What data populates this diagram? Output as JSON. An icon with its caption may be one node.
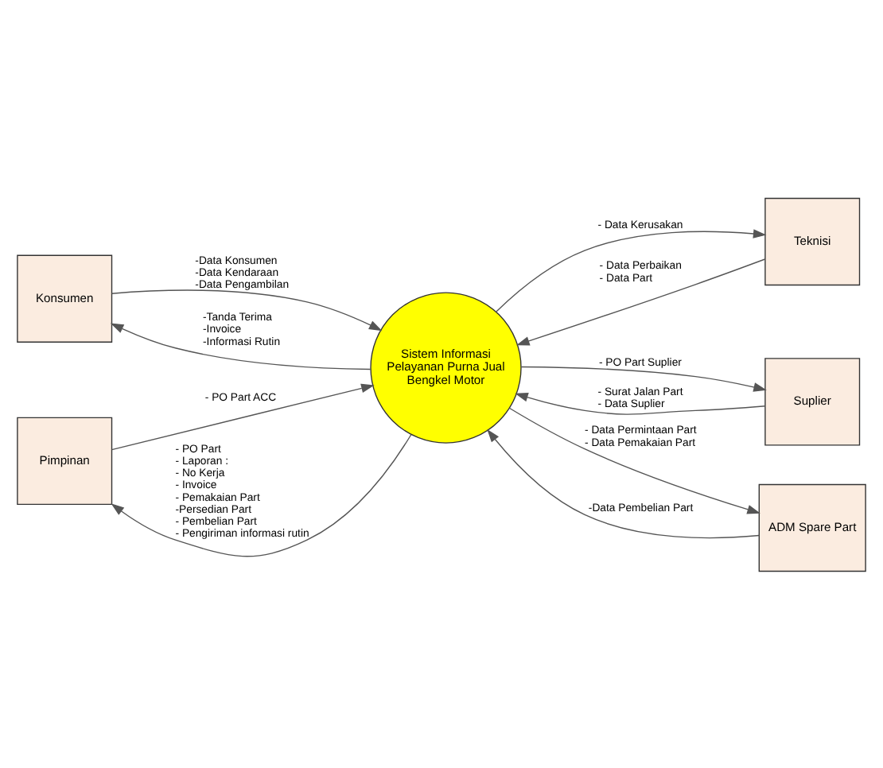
{
  "diagram": {
    "nodes": [
      {
        "text": [
          "Konsumen"
        ]
      },
      {
        "text": [
          "Teknisi"
        ]
      },
      {
        "text": [
          "Sistem Informasi Pelayanan Purna Jual Bengkel Motor"
        ]
      },
      {
        "text": [
          "Suplier"
        ]
      },
      {
        "text": [
          "Pimpinan"
        ]
      },
      {
        "text": [
          "ADM Spare Part"
        ]
      }
    ],
    "edges": [
      {
        "from": 0,
        "to": 2,
        "arrow": "to",
        "label": "-Data Konsumen -Data Kendaraan -Data Pengambilan"
      },
      {
        "from": 2,
        "to": 0,
        "arrow": "to",
        "label": "-Tanda Terima -Invoice -Informasi Rutin"
      },
      {
        "from": 2,
        "to": 1,
        "arrow": "to",
        "label": "- Data Kerusakan"
      },
      {
        "from": 1,
        "to": 2,
        "arrow": "to",
        "label": "- Data Perbaikan - Data Part"
      },
      {
        "from": 2,
        "to": 3,
        "arrow": "to",
        "label": "- PO Part Suplier"
      },
      {
        "from": 3,
        "to": 2,
        "arrow": "to",
        "label": "- Surat Jalan Part - Data Suplier"
      },
      {
        "from": 4,
        "to": 2,
        "arrow": "to",
        "label": "- PO Part ACC"
      },
      {
        "from": 2,
        "to": 4,
        "arrow": "to",
        "label": "- PO Part - Laporan : - No Kerja - Invoice - Pemakaian Part -Persedian Part - Pembelian Part - Pengiriman informasi rutin"
      },
      {
        "from": 2,
        "to": 5,
        "arrow": "to",
        "label": "- Data Permintaan Part - Data Pemakaian Part"
      },
      {
        "from": 5,
        "to": 2,
        "arrow": "to",
        "label": "-Data Pembelian Part"
      }
    ]
  }
}
